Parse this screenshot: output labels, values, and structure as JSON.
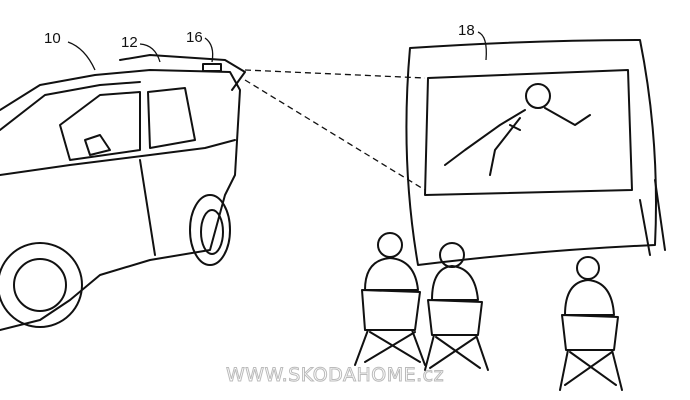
{
  "labels": {
    "vehicle": "10",
    "liftgate": "12",
    "projector": "16",
    "screen": "18"
  },
  "watermark": "WWW.SKODAHOME.cz"
}
